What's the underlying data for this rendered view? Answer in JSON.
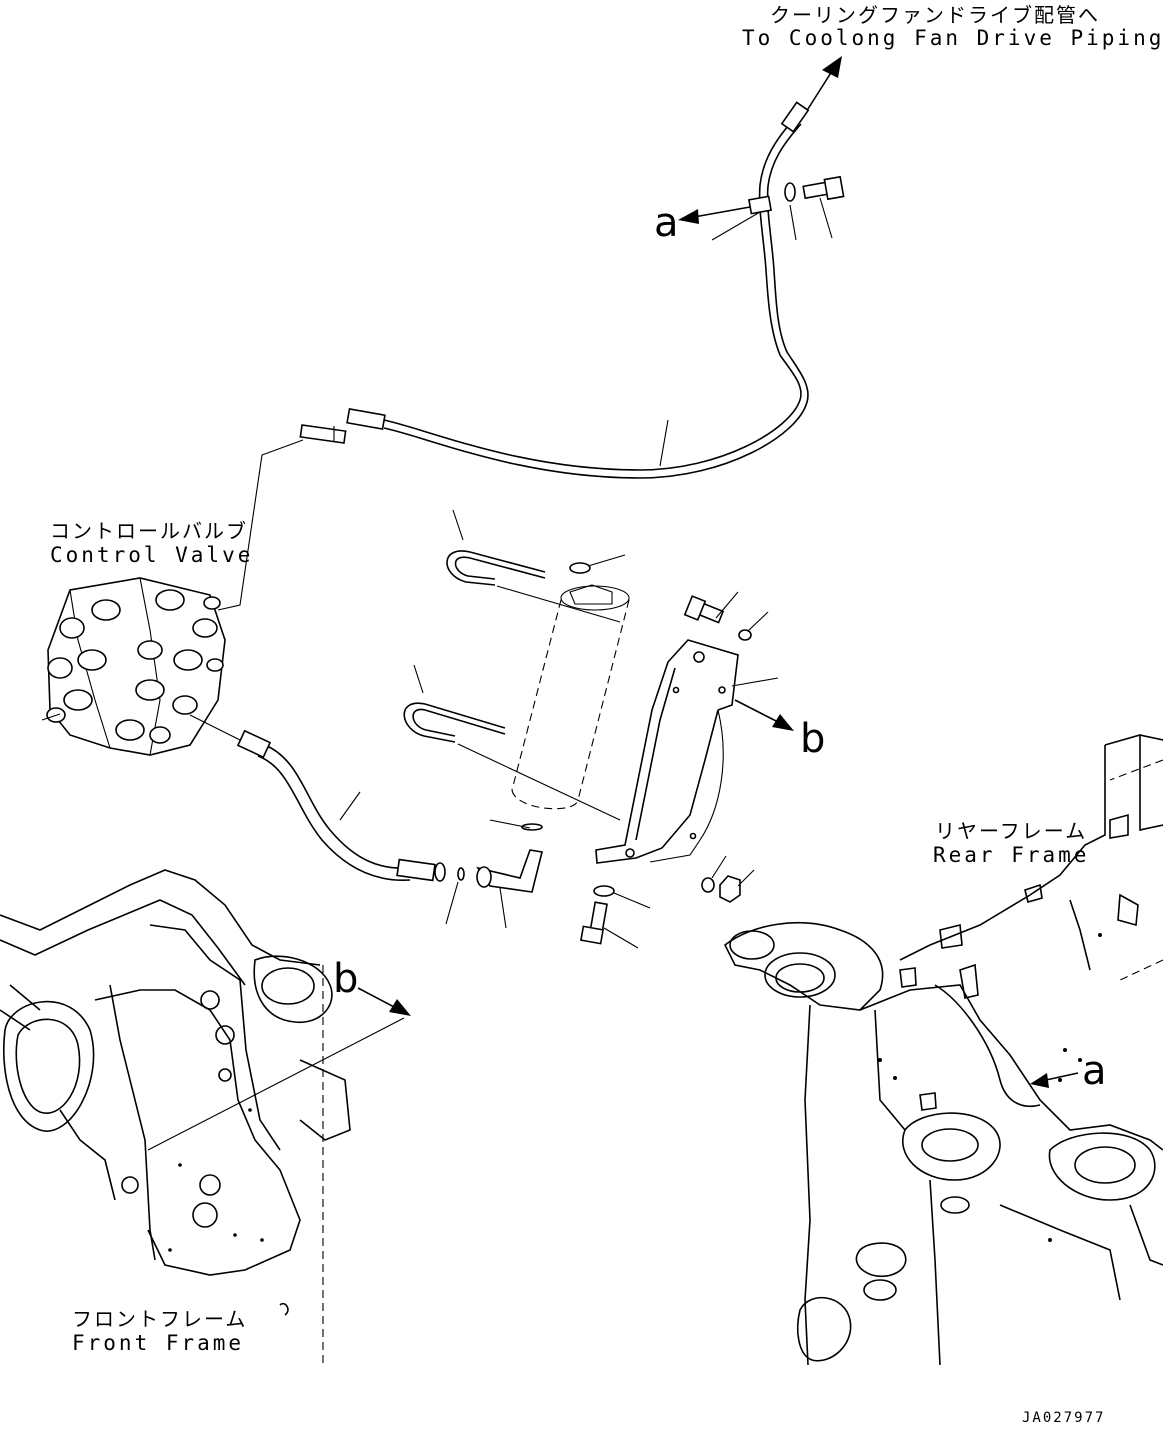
{
  "labels": {
    "cooling_fan_jp": "クーリングファンドライブ配管へ",
    "cooling_fan_en": "To Coolong Fan Drive Piping",
    "control_valve_jp": "コントロールバルブ",
    "control_valve_en": "Control Valve",
    "rear_frame_jp": "リヤーフレーム",
    "rear_frame_en": "Rear Frame",
    "front_frame_jp": "フロントフレーム",
    "front_frame_en": "Front Frame"
  },
  "refs": {
    "a": "a",
    "b": "b"
  },
  "drawing_code": "JA027977"
}
